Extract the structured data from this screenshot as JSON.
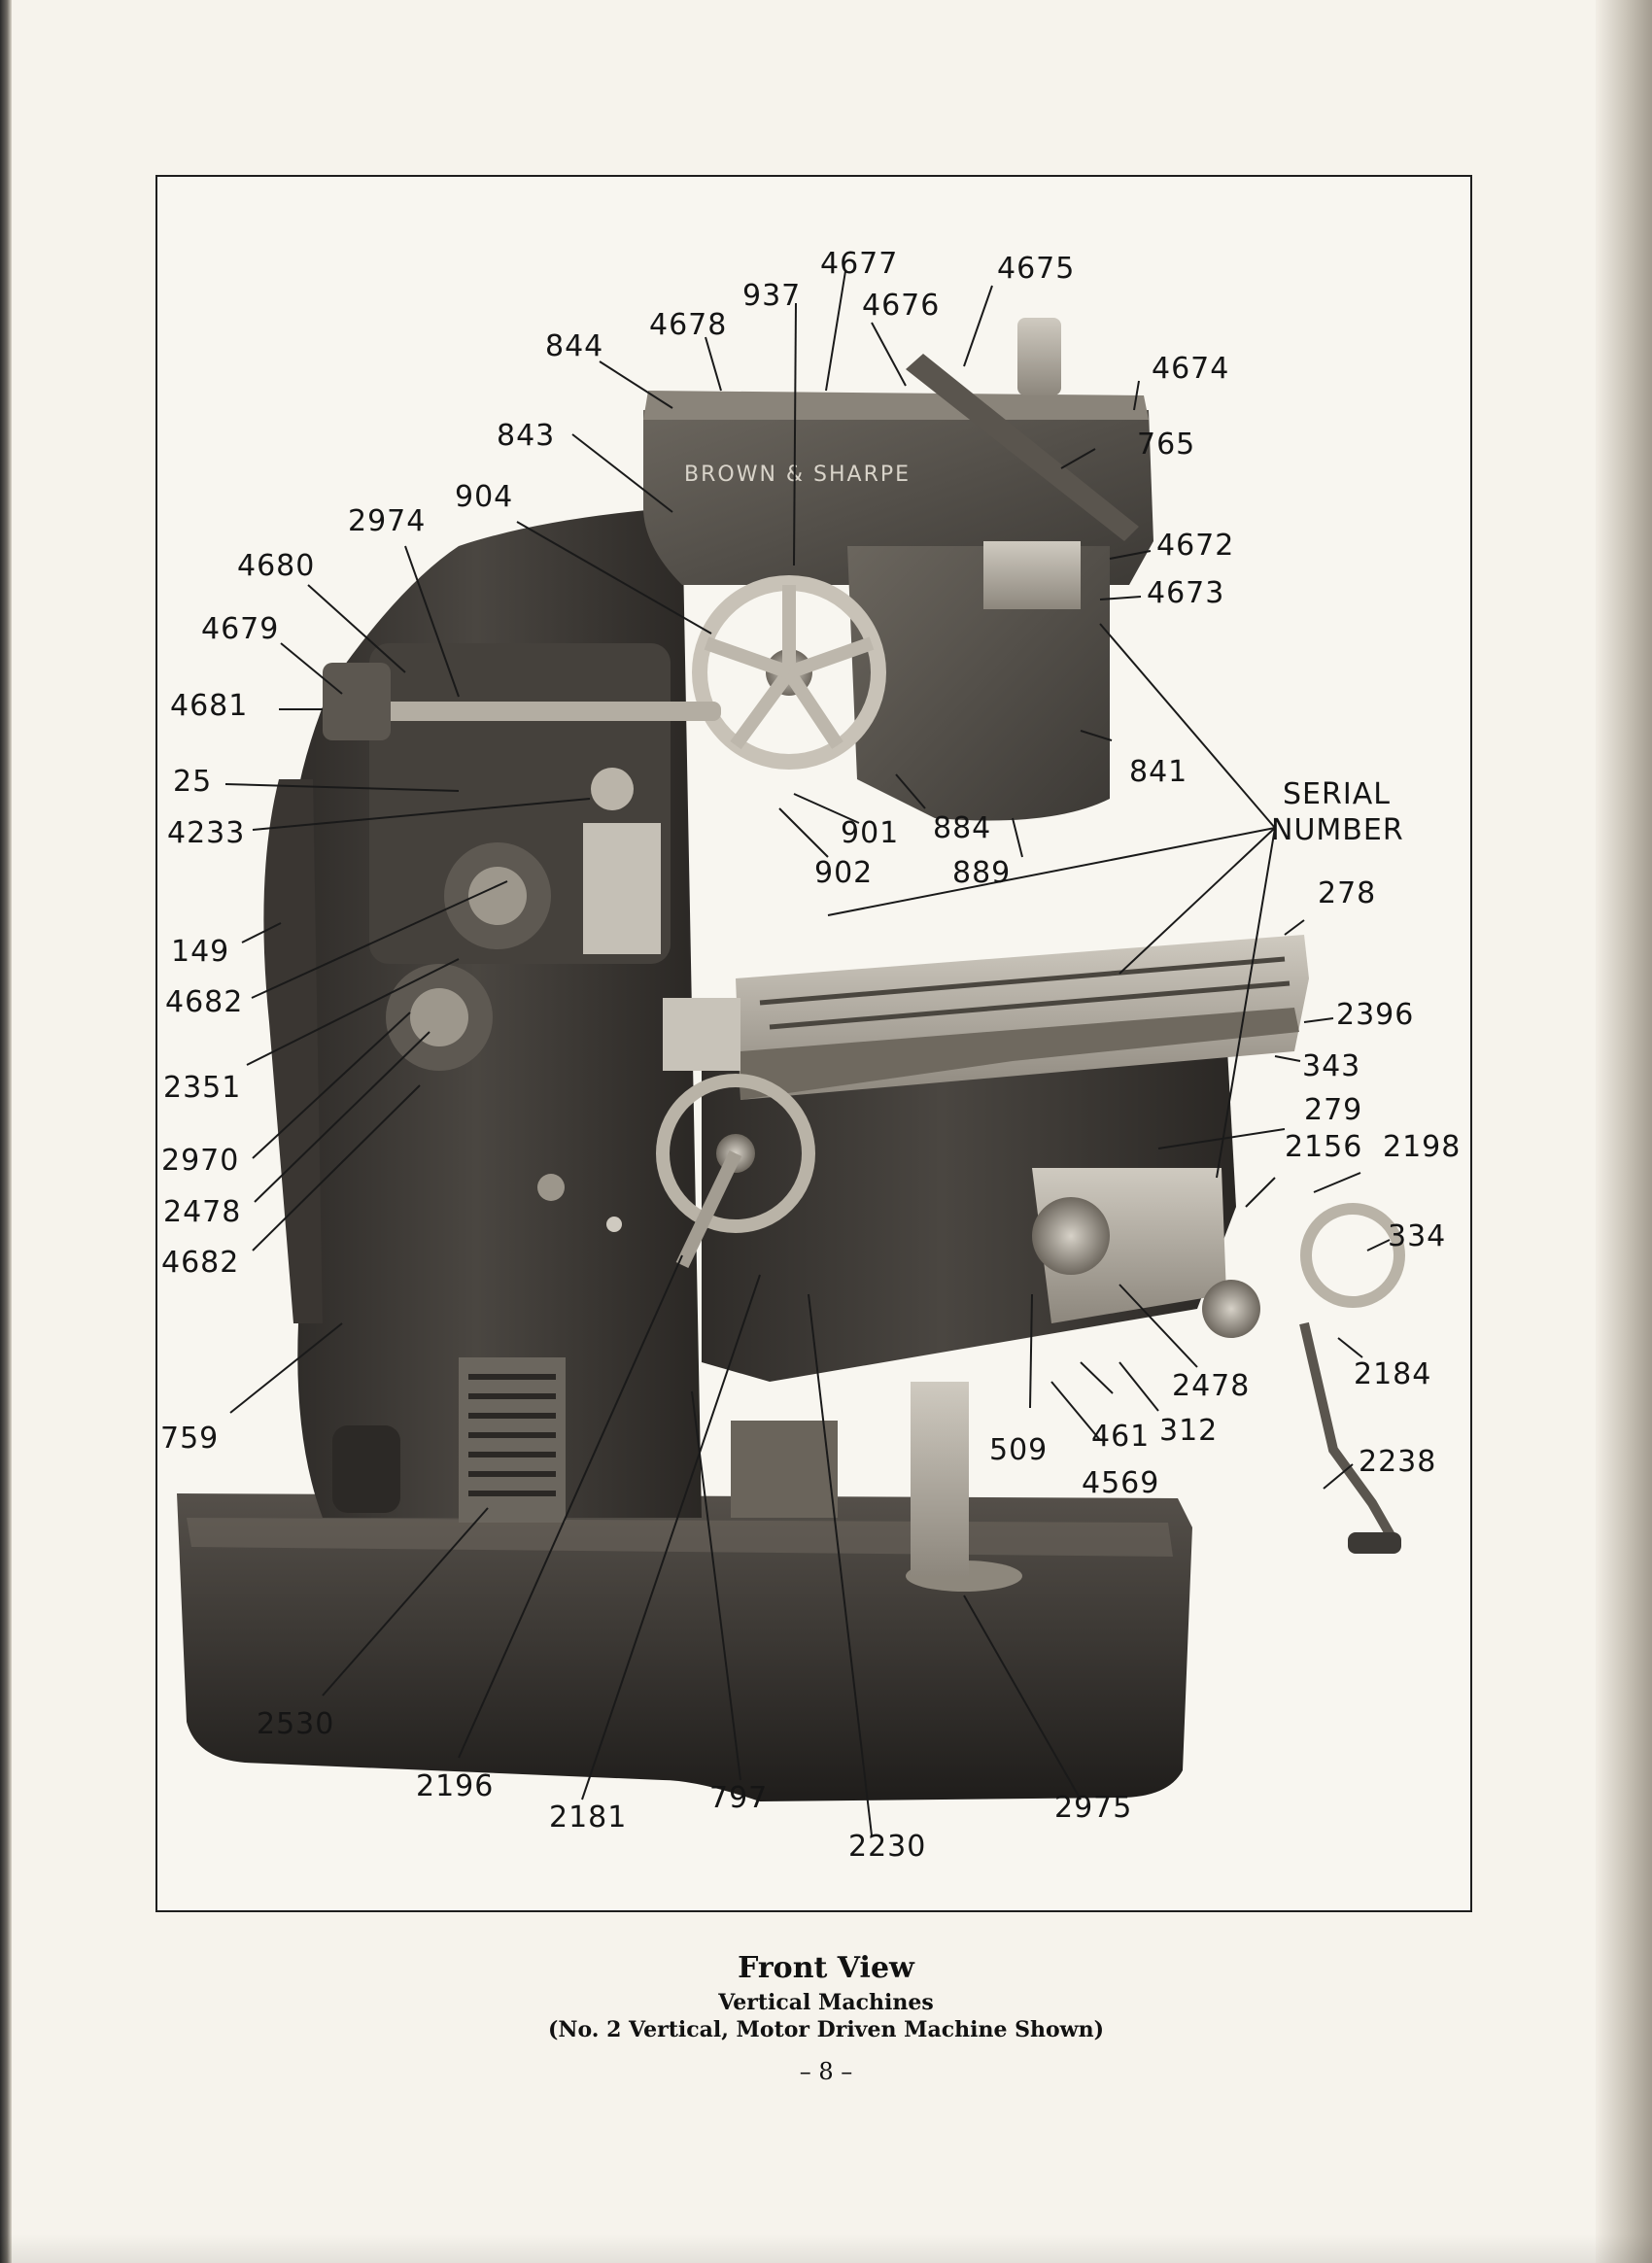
{
  "figure": {
    "brand_plate": "BROWN & SHARPE",
    "part_labels": [
      {
        "id": "4677",
        "text": "4677"
      },
      {
        "id": "4675",
        "text": "4675"
      },
      {
        "id": "937",
        "text": "937"
      },
      {
        "id": "4676",
        "text": "4676"
      },
      {
        "id": "4678",
        "text": "4678"
      },
      {
        "id": "844",
        "text": "844"
      },
      {
        "id": "4674",
        "text": "4674"
      },
      {
        "id": "843",
        "text": "843"
      },
      {
        "id": "765",
        "text": "765"
      },
      {
        "id": "904",
        "text": "904"
      },
      {
        "id": "2974",
        "text": "2974"
      },
      {
        "id": "4672",
        "text": "4672"
      },
      {
        "id": "4680",
        "text": "4680"
      },
      {
        "id": "4673",
        "text": "4673"
      },
      {
        "id": "4679",
        "text": "4679"
      },
      {
        "id": "4681",
        "text": "4681"
      },
      {
        "id": "841",
        "text": "841"
      },
      {
        "id": "25",
        "text": "25"
      },
      {
        "id": "serial1",
        "text": "SERIAL"
      },
      {
        "id": "serial2",
        "text": "NUMBER"
      },
      {
        "id": "4233",
        "text": "4233"
      },
      {
        "id": "901",
        "text": "901"
      },
      {
        "id": "884",
        "text": "884"
      },
      {
        "id": "902",
        "text": "902"
      },
      {
        "id": "889",
        "text": "889"
      },
      {
        "id": "278",
        "text": "278"
      },
      {
        "id": "149",
        "text": "149"
      },
      {
        "id": "4682a",
        "text": "4682"
      },
      {
        "id": "2396",
        "text": "2396"
      },
      {
        "id": "2351",
        "text": "2351"
      },
      {
        "id": "343",
        "text": "343"
      },
      {
        "id": "279",
        "text": "279"
      },
      {
        "id": "2970",
        "text": "2970"
      },
      {
        "id": "2156",
        "text": "2156"
      },
      {
        "id": "2198",
        "text": "2198"
      },
      {
        "id": "2478a",
        "text": "2478"
      },
      {
        "id": "4682b",
        "text": "4682"
      },
      {
        "id": "334",
        "text": "334"
      },
      {
        "id": "2184",
        "text": "2184"
      },
      {
        "id": "2478b",
        "text": "2478"
      },
      {
        "id": "759",
        "text": "759"
      },
      {
        "id": "461",
        "text": "461"
      },
      {
        "id": "312",
        "text": "312"
      },
      {
        "id": "509",
        "text": "509"
      },
      {
        "id": "4569",
        "text": "4569"
      },
      {
        "id": "2238",
        "text": "2238"
      },
      {
        "id": "2530",
        "text": "2530"
      },
      {
        "id": "2196",
        "text": "2196"
      },
      {
        "id": "797",
        "text": "797"
      },
      {
        "id": "2975",
        "text": "2975"
      },
      {
        "id": "2181",
        "text": "2181"
      },
      {
        "id": "2230",
        "text": "2230"
      }
    ]
  },
  "caption": {
    "title": "Front View",
    "subtitle": "Vertical Machines",
    "note": "(No. 2 Vertical, Motor Driven Machine Shown)"
  },
  "page_number": "– 8 –"
}
